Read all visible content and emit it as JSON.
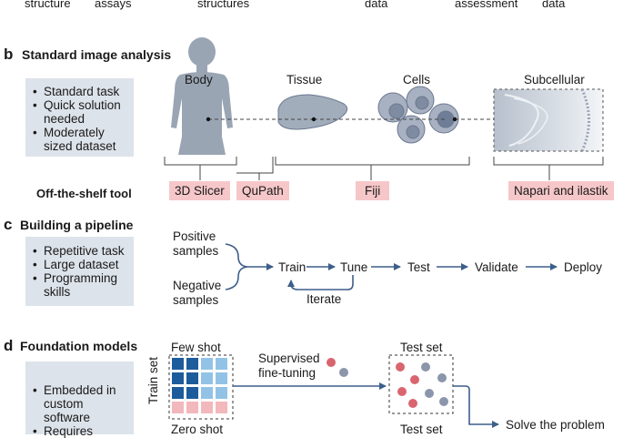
{
  "top_labels": [
    "structure",
    "assays",
    "structures",
    "data",
    "assessment",
    "data"
  ],
  "section_b": {
    "letter": "b",
    "title": "Standard image analysis",
    "bullets": [
      "Standard task",
      "Quick solution needed",
      "Moderately sized dataset"
    ],
    "scales": [
      "Body",
      "Tissue",
      "Cells",
      "Subcellular"
    ],
    "tools_label": "Off-the-shelf tool",
    "tools": [
      "3D Slicer",
      "QuPath",
      "Fiji",
      "Napari and ilastik"
    ]
  },
  "section_c": {
    "letter": "c",
    "title": "Building a pipeline",
    "bullets": [
      "Repetitive task",
      "Large dataset",
      "Programming skills"
    ],
    "inputs": [
      "Positive samples",
      "Negative samples"
    ],
    "steps": [
      "Train",
      "Tune",
      "Test",
      "Validate",
      "Deploy"
    ],
    "loop_label": "Iterate"
  },
  "section_d": {
    "letter": "d",
    "title": "Foundation models",
    "bullets": [
      "Embedded in custom software",
      "Requires"
    ],
    "few_shot_label": "Few shot",
    "train_set_label": "Train set",
    "zero_shot_label": "Zero shot",
    "supervised_label": "Supervised fine-tuning",
    "test_set_label": "Test set",
    "test_set_bottom_label": "Test set",
    "result_label": "Solve the problem"
  },
  "colors": {
    "gray_box": "#dde3ea",
    "tool_pink": "#f6c7c9",
    "arrow_blue": "#3d5f8a",
    "body_gray": "#9aa5b4",
    "grid_dark": "#1d5c9c",
    "grid_light": "#92c3e6",
    "grid_pink": "#f3b8bb",
    "dot_red": "#d9656e",
    "dot_gray": "#8b96ab"
  }
}
